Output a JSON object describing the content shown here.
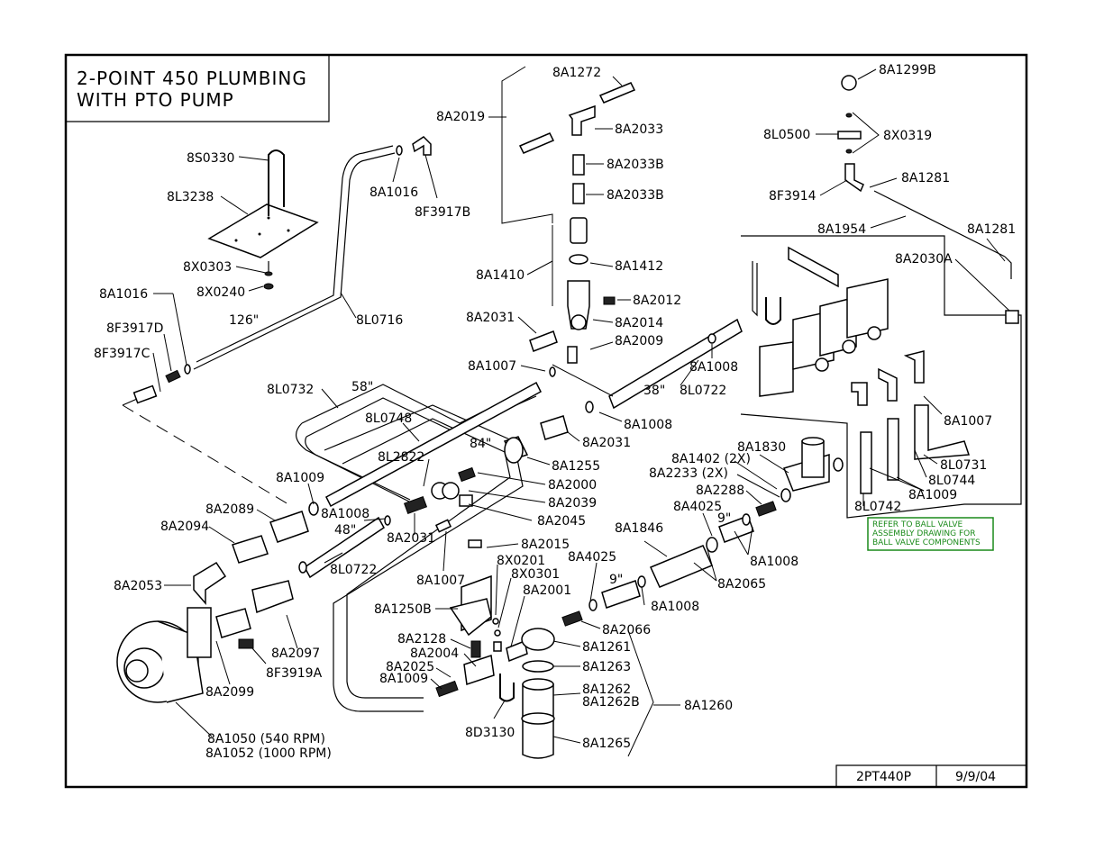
{
  "title_block": {
    "line1": "2-POINT 450 PLUMBING",
    "line2": "WITH PTO PUMP"
  },
  "footer": {
    "drawing_number": "2PT440P",
    "date": "9/9/04"
  },
  "note": {
    "line1": "REFER TO BALL VALVE",
    "line2": "ASSEMBLY DRAWING FOR",
    "line3": "BALL VALVE COMPONENTS",
    "color": "#1a8a1a"
  },
  "labels": {
    "l_8A1272": "8A1272",
    "l_8A2019": "8A2019",
    "l_8A2033": "8A2033",
    "l_8A2033B_1": "8A2033B",
    "l_8A2033B_2": "8A2033B",
    "l_8A1410": "8A1410",
    "l_8A1412": "8A1412",
    "l_8A2012": "8A2012",
    "l_8A2031_top": "8A2031",
    "l_8A2014": "8A2014",
    "l_8A2009": "8A2009",
    "l_8A1007_top": "8A1007",
    "l_8A1008_a": "8A1008",
    "l_38": "38\"",
    "l_8L0722_top": "8L0722",
    "l_8A1008_b": "8A1008",
    "l_8A2031_mid": "8A2031",
    "l_84": "84\"",
    "l_8A1255": "8A1255",
    "l_8A2000": "8A2000",
    "l_8A2039": "8A2039",
    "l_8A2045": "8A2045",
    "l_8S0330": "8S0330",
    "l_8L3238": "8L3238",
    "l_8X0303": "8X0303",
    "l_8X0240": "8X0240",
    "l_8A1016_top": "8A1016",
    "l_8F3917B": "8F3917B",
    "l_8A1016_left": "8A1016",
    "l_8F3917D": "8F3917D",
    "l_8F3917C": "8F3917C",
    "l_126": "126\"",
    "l_8L0716": "8L0716",
    "l_8L0732": "8L0732",
    "l_58": "58\"",
    "l_8L0748": "8L0748",
    "l_8L2822": "8L2822",
    "l_8A1009_left": "8A1009",
    "l_8A2089": "8A2089",
    "l_8A2094": "8A2094",
    "l_8A1008_left": "8A1008",
    "l_48": "48\"",
    "l_8A2031_low": "8A2031",
    "l_8L0722_low": "8L0722",
    "l_8A1007_low": "8A1007",
    "l_8A2053": "8A2053",
    "l_8A2097": "8A2097",
    "l_8F3919A": "8F3919A",
    "l_8A2099": "8A2099",
    "l_8A1050": "8A1050 (540 RPM)",
    "l_8A1052": "8A1052 (1000 RPM)",
    "l_8A2015": "8A2015",
    "l_8X0201": "8X0201",
    "l_8X0301": "8X0301",
    "l_8A2001": "8A2001",
    "l_8A1250B": "8A1250B",
    "l_8A2128": "8A2128",
    "l_8A2004": "8A2004",
    "l_8A2025": "8A2025",
    "l_8A1009_low": "8A1009",
    "l_8D3130": "8D3130",
    "l_8A1261": "8A1261",
    "l_8A1263": "8A1263",
    "l_8A1262": "8A1262",
    "l_8A1262B": "8A1262B",
    "l_8A1260": "8A1260",
    "l_8A1265": "8A1265",
    "l_8A2066": "8A2066",
    "l_8A4025_low": "8A4025",
    "l_9_low": "9\"",
    "l_8A1008_low": "8A1008",
    "l_8A1846": "8A1846",
    "l_8A2065": "8A2065",
    "l_8A4025_up": "8A4025",
    "l_9_up": "9\"",
    "l_8A1008_right": "8A1008",
    "l_8A1402": "8A1402 (2X)",
    "l_8A2233": "8A2233 (2X)",
    "l_8A1830": "8A1830",
    "l_8A2288": "8A2288",
    "l_8A1299B": "8A1299B",
    "l_8L0500": "8L0500",
    "l_8X0319": "8X0319",
    "l_8F3914": "8F3914",
    "l_8A1281_a": "8A1281",
    "l_8A1954": "8A1954",
    "l_8A1281_b": "8A1281",
    "l_8A2030A": "8A2030A",
    "l_8A1007_right": "8A1007",
    "l_8L0731": "8L0731",
    "l_8L0744": "8L0744",
    "l_8A1009_right": "8A1009",
    "l_8L0742": "8L0742"
  }
}
